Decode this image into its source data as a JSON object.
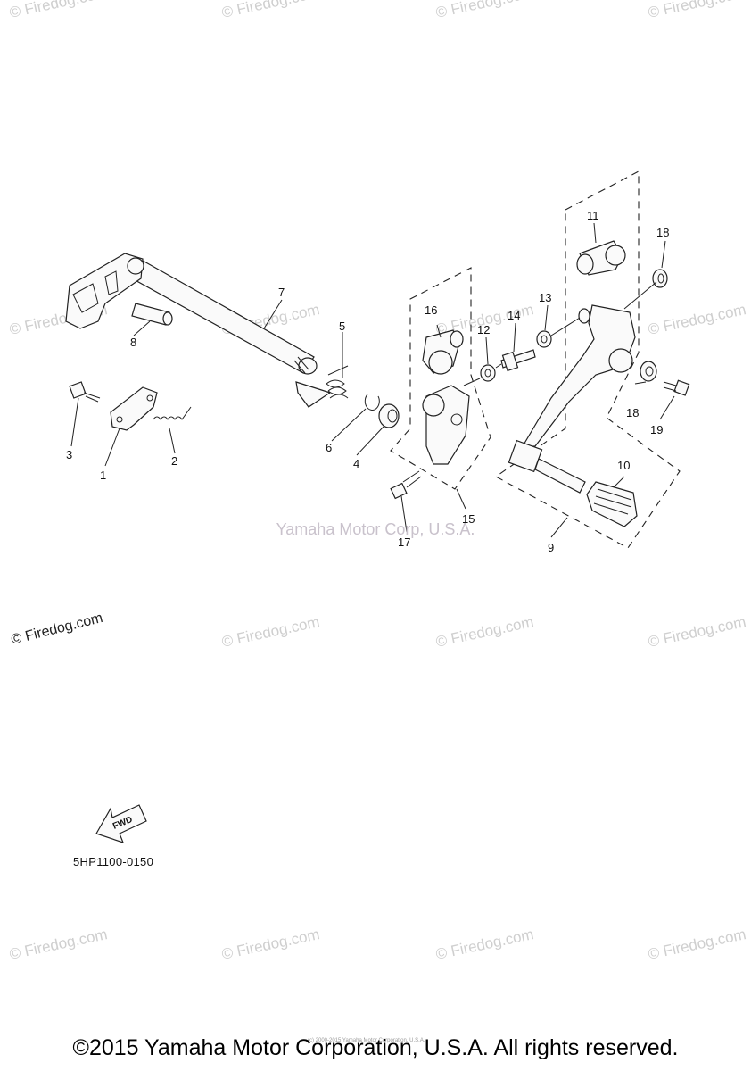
{
  "watermark": {
    "text": "© Firedog.com"
  },
  "center_watermark": "Yamaha Motor Corp, U.S.A.",
  "diagram_code": "5HP1100-0150",
  "fwd_label": "FWD",
  "footer": "©2015 Yamaha Motor Corporation, U.S.A. All rights reserved.",
  "fine_print": "(c) 2000-2015 Yamaha Motor Corporation, U.S.A.",
  "callouts": {
    "p1": "1",
    "p2": "2",
    "p3": "3",
    "p4": "4",
    "p5": "5",
    "p6": "6",
    "p7": "7",
    "p8": "8",
    "p9": "9",
    "p10": "10",
    "p11": "11",
    "p12": "12",
    "p13": "13",
    "p14": "14",
    "p15": "15",
    "p16": "16",
    "p17": "17",
    "p18a": "18",
    "p18b": "18",
    "p19": "19"
  }
}
